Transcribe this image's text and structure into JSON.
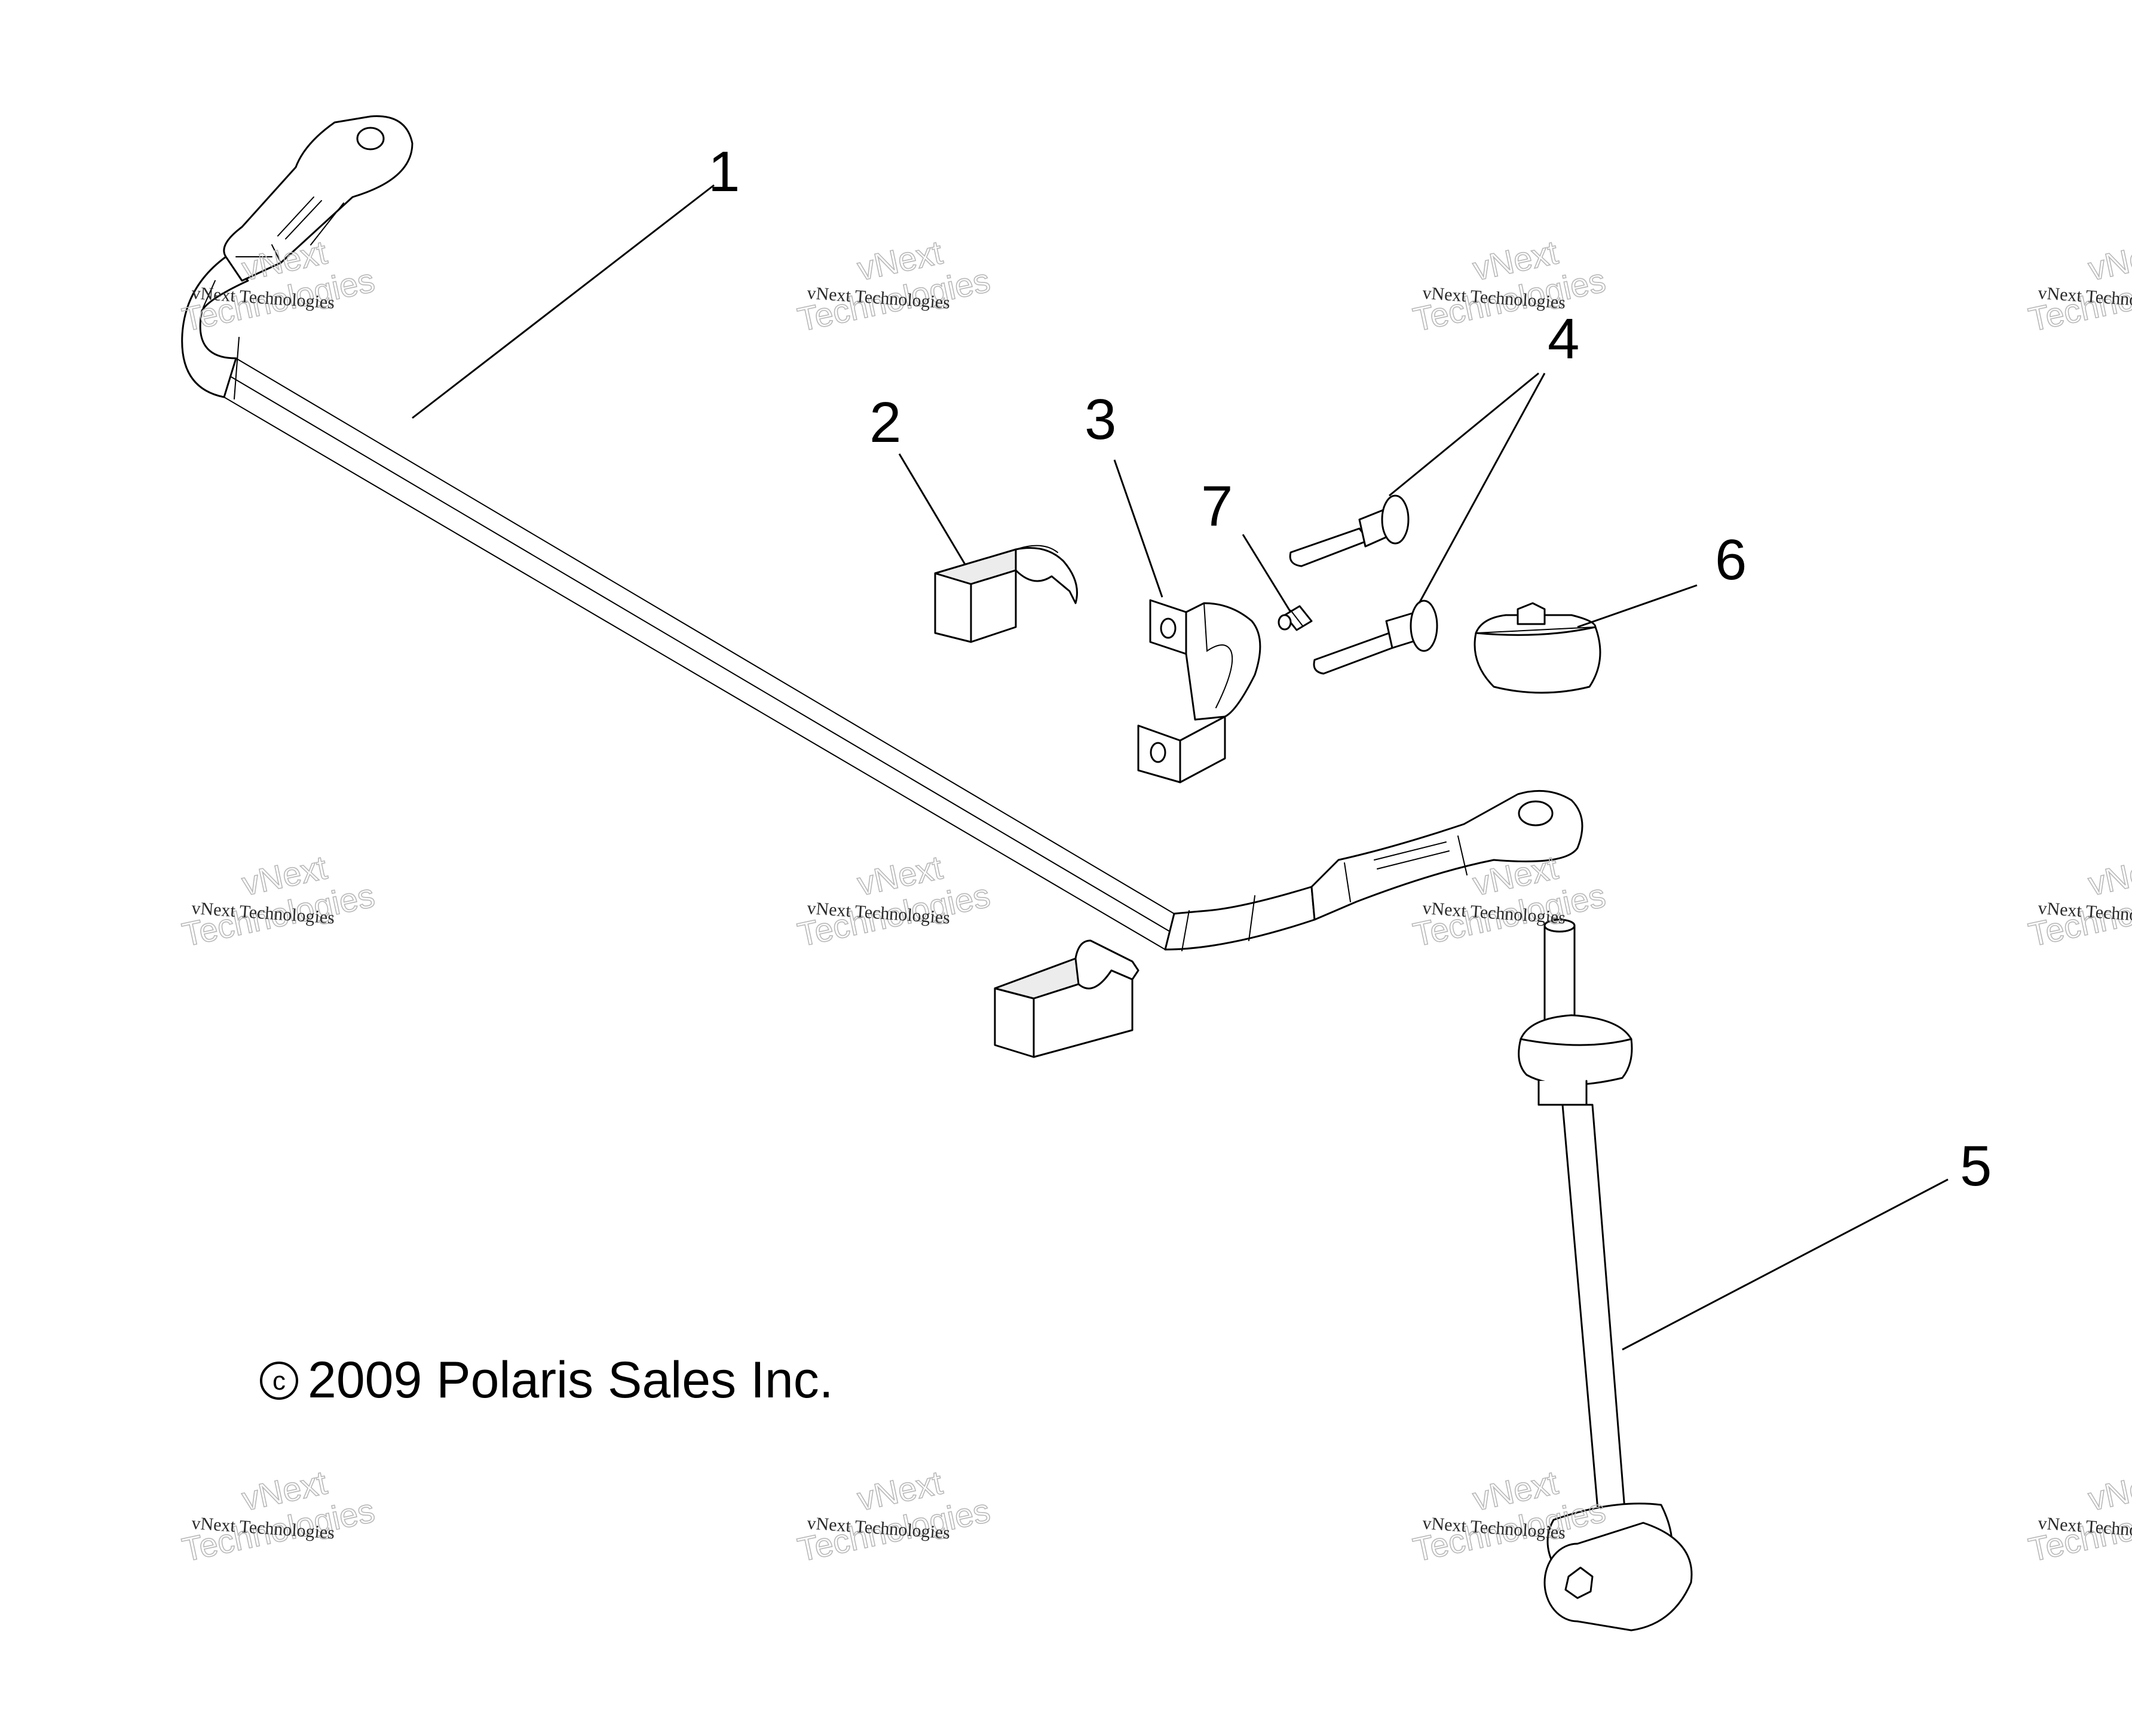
{
  "copyright": {
    "symbol": "c",
    "text": "2009 Polaris Sales Inc."
  },
  "callouts": [
    {
      "id": "1",
      "label": "1"
    },
    {
      "id": "2",
      "label": "2"
    },
    {
      "id": "3",
      "label": "3"
    },
    {
      "id": "4",
      "label": "4"
    },
    {
      "id": "5",
      "label": "5"
    },
    {
      "id": "6",
      "label": "6"
    },
    {
      "id": "7",
      "label": "7"
    }
  ],
  "watermark": {
    "line1": "vNext Technologies",
    "line2": "vNext",
    "line3": "Technologies"
  }
}
